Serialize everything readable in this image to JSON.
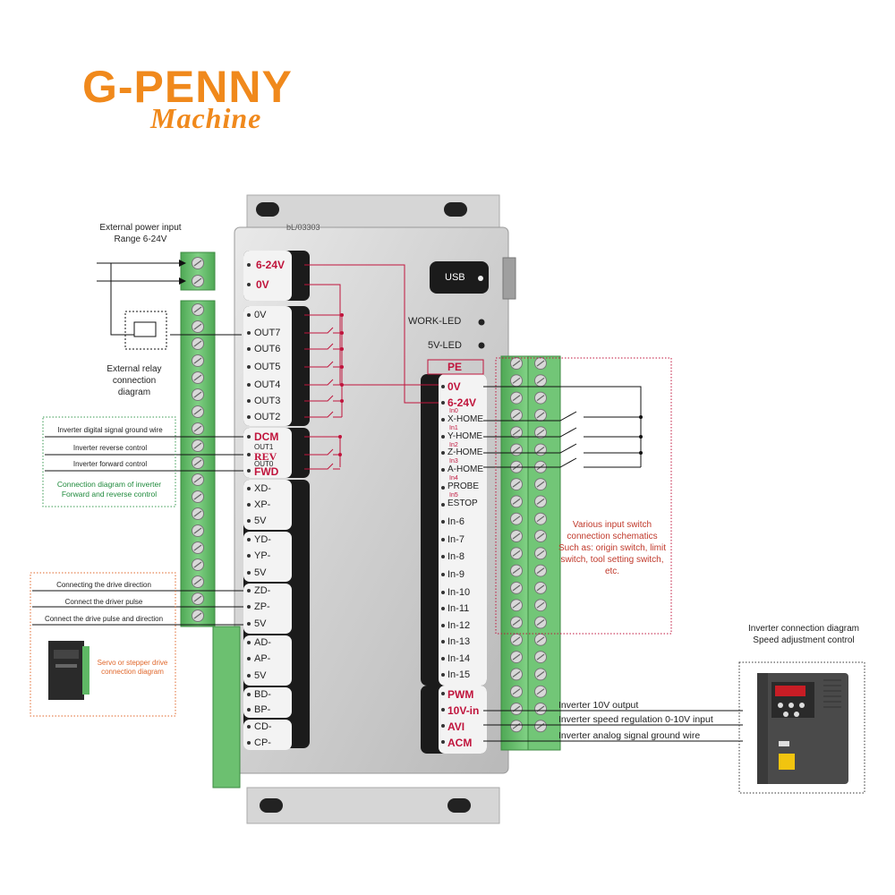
{
  "brand": {
    "name": "G-PENNY",
    "sub": "Machine"
  },
  "board": {
    "serial": "bL/03303",
    "usb": "USB",
    "work_led": "WORK-LED",
    "led_5v": "5V-LED",
    "pe": "PE",
    "power": [
      "6-24V",
      "0V"
    ],
    "outputs": [
      "0V",
      "OUT7",
      "OUT6",
      "OUT5",
      "OUT4",
      "OUT3",
      "OUT2"
    ],
    "inverter_ctrl": [
      "DCM",
      "OUT1",
      "REV",
      "OUT0",
      "FWD"
    ],
    "axes_x": [
      "XD-",
      "XP-",
      "5V"
    ],
    "axes_y": [
      "YD-",
      "YP-",
      "5V"
    ],
    "axes_z": [
      "ZD-",
      "ZP-",
      "5V"
    ],
    "axes_a": [
      "AD-",
      "AP-",
      "5V"
    ],
    "axes_b": [
      "BD-",
      "BP-"
    ],
    "axes_c": [
      "CD-",
      "CP-"
    ],
    "inputs": [
      "0V",
      "6-24V",
      "X-HOME",
      "Y-HOME",
      "Z-HOME",
      "A-HOME",
      "PROBE",
      "ESTOP",
      "In-6",
      "In-7",
      "In-8",
      "In-9",
      "In-10",
      "In-11",
      "In-12",
      "In-13",
      "In-14",
      "In-15"
    ],
    "input_tags": [
      "In0",
      "In1",
      "In2",
      "In3",
      "In4",
      "In5"
    ],
    "analog": [
      "PWM",
      "10V-in",
      "AVI",
      "ACM"
    ]
  },
  "notes": {
    "ext_power": "External power input Range 6-24V",
    "relay": "External relay connection diagram",
    "inv_ground": "Inverter digital signal ground wire",
    "inv_reverse": "Inverter reverse control",
    "inv_forward": "Inverter forward control",
    "inv_fwd_rev_caption": "Connection diagram of inverter Forward and reverse control",
    "drive_dir": "Connecting the drive direction",
    "drive_pulse": "Connect the driver pulse",
    "drive_pulse_dir": "Connect the drive pulse and direction",
    "servo_caption": "Servo or stepper drive connection diagram",
    "input_switch": "Various input switch connection schematics Such as: origin switch, limit switch, tool setting switch, etc.",
    "inverter_conn": "Inverter connection diagram Speed adjustment control",
    "inv_10v": "Inverter 10V output",
    "inv_speed": "Inverter speed regulation 0-10V input",
    "inv_analog_gnd": "Inverter analog signal ground wire"
  },
  "colors": {
    "brand": "#f0891c",
    "terminal": "#6cc070",
    "accent_red": "#c0143c",
    "panel": "#d9d9d9"
  },
  "icons": [
    "relay-icon",
    "switch-icon",
    "stepper-driver-icon",
    "inverter-device-icon",
    "usb-port-icon"
  ]
}
